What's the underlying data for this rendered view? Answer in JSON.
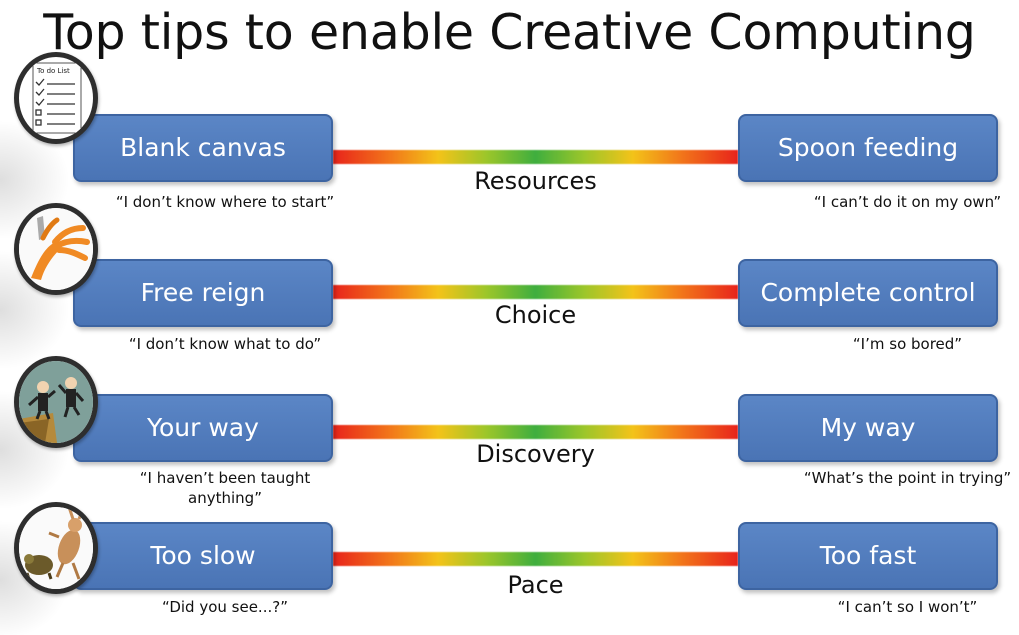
{
  "title": "Top tips to enable Creative Computing",
  "rows": [
    {
      "left_label": "Blank canvas",
      "right_label": "Spoon feeding",
      "center_label": "Resources",
      "left_quote": "“I don’t know where to start”",
      "right_quote": "“I can’t do it on my own”",
      "icon": "todo-list-icon",
      "icon_text": "To do List"
    },
    {
      "left_label": "Free reign",
      "right_label": "Complete control",
      "center_label": "Choice",
      "left_quote": "“I don’t know what to do”",
      "right_quote": "“I’m so bored”",
      "icon": "puppet-hand-icon"
    },
    {
      "left_label": "Your way",
      "right_label": "My way",
      "center_label": "Discovery",
      "left_quote": "“I haven’t been taught anything”",
      "right_quote": "“What’s the point in trying”",
      "icon": "cliff-jump-icon"
    },
    {
      "left_label": "Too slow",
      "right_label": "Too fast",
      "center_label": "Pace",
      "left_quote": "“Did you see...?”",
      "right_quote": "“I can’t so I won’t”",
      "icon": "tortoise-hare-icon"
    }
  ],
  "colors": {
    "box_fill": "#4a74b5",
    "spectrum_ends": "#e8231b",
    "spectrum_middle": "#3fae3e"
  }
}
